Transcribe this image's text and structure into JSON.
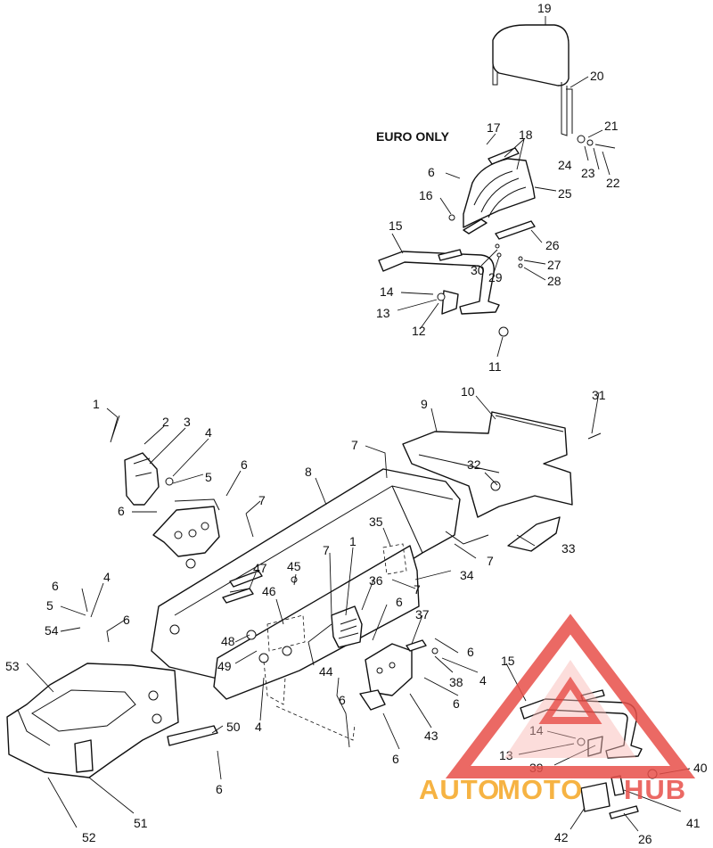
{
  "diagram": {
    "note": "EURO ONLY",
    "callouts": [
      {
        "id": "c19",
        "text": "19"
      },
      {
        "id": "c20",
        "text": "20"
      },
      {
        "id": "c21",
        "text": "21"
      },
      {
        "id": "c17",
        "text": "17"
      },
      {
        "id": "c18",
        "text": "18"
      },
      {
        "id": "c24",
        "text": "24"
      },
      {
        "id": "c23",
        "text": "23"
      },
      {
        "id": "c22",
        "text": "22"
      },
      {
        "id": "c6a",
        "text": "6"
      },
      {
        "id": "c16",
        "text": "16"
      },
      {
        "id": "c25",
        "text": "25"
      },
      {
        "id": "c15a",
        "text": "15"
      },
      {
        "id": "c26a",
        "text": "26"
      },
      {
        "id": "c27",
        "text": "27"
      },
      {
        "id": "c30",
        "text": "30"
      },
      {
        "id": "c29",
        "text": "29"
      },
      {
        "id": "c28",
        "text": "28"
      },
      {
        "id": "c14a",
        "text": "14"
      },
      {
        "id": "c13a",
        "text": "13"
      },
      {
        "id": "c12",
        "text": "12"
      },
      {
        "id": "c11",
        "text": "11"
      },
      {
        "id": "c10",
        "text": "10"
      },
      {
        "id": "c9",
        "text": "9"
      },
      {
        "id": "c31",
        "text": "31"
      },
      {
        "id": "c1a",
        "text": "1"
      },
      {
        "id": "c2",
        "text": "2"
      },
      {
        "id": "c3",
        "text": "3"
      },
      {
        "id": "c4a",
        "text": "4"
      },
      {
        "id": "c5a",
        "text": "5"
      },
      {
        "id": "c6b",
        "text": "6"
      },
      {
        "id": "c6c",
        "text": "6"
      },
      {
        "id": "c7a",
        "text": "7"
      },
      {
        "id": "c7b",
        "text": "7"
      },
      {
        "id": "c8",
        "text": "8"
      },
      {
        "id": "c32",
        "text": "32"
      },
      {
        "id": "c35",
        "text": "35"
      },
      {
        "id": "c33",
        "text": "33"
      },
      {
        "id": "c7c",
        "text": "7"
      },
      {
        "id": "c1b",
        "text": "1"
      },
      {
        "id": "c7d",
        "text": "7"
      },
      {
        "id": "c34",
        "text": "34"
      },
      {
        "id": "c36",
        "text": "36"
      },
      {
        "id": "c7e",
        "text": "7"
      },
      {
        "id": "c47",
        "text": "47"
      },
      {
        "id": "c45",
        "text": "45"
      },
      {
        "id": "c46",
        "text": "46"
      },
      {
        "id": "c6d",
        "text": "6"
      },
      {
        "id": "c4b",
        "text": "4"
      },
      {
        "id": "c5b",
        "text": "5"
      },
      {
        "id": "c6e",
        "text": "6"
      },
      {
        "id": "c54",
        "text": "54"
      },
      {
        "id": "c37",
        "text": "37"
      },
      {
        "id": "c6f",
        "text": "6"
      },
      {
        "id": "c48",
        "text": "48"
      },
      {
        "id": "c49",
        "text": "49"
      },
      {
        "id": "c44",
        "text": "44"
      },
      {
        "id": "c53",
        "text": "53"
      },
      {
        "id": "c38",
        "text": "38"
      },
      {
        "id": "c4c",
        "text": "4"
      },
      {
        "id": "c6g",
        "text": "6"
      },
      {
        "id": "c6h",
        "text": "6"
      },
      {
        "id": "c15b",
        "text": "15"
      },
      {
        "id": "c4d",
        "text": "4"
      },
      {
        "id": "c6i",
        "text": "6"
      },
      {
        "id": "c43",
        "text": "43"
      },
      {
        "id": "c50",
        "text": "50"
      },
      {
        "id": "c14b",
        "text": "14"
      },
      {
        "id": "c13b",
        "text": "13"
      },
      {
        "id": "c6j",
        "text": "6"
      },
      {
        "id": "c39",
        "text": "39"
      },
      {
        "id": "c40",
        "text": "40"
      },
      {
        "id": "c6k",
        "text": "6"
      },
      {
        "id": "c51",
        "text": "51"
      },
      {
        "id": "c41",
        "text": "41"
      },
      {
        "id": "c52",
        "text": "52"
      },
      {
        "id": "c42",
        "text": "42"
      },
      {
        "id": "c26b",
        "text": "26"
      }
    ]
  },
  "watermark": {
    "part1": "AUTO",
    "part2": "MOTO",
    "part3": "HUB",
    "colors": {
      "red": "#e8504a",
      "orange": "#f5a623",
      "pink": "#f7b6b2"
    }
  }
}
